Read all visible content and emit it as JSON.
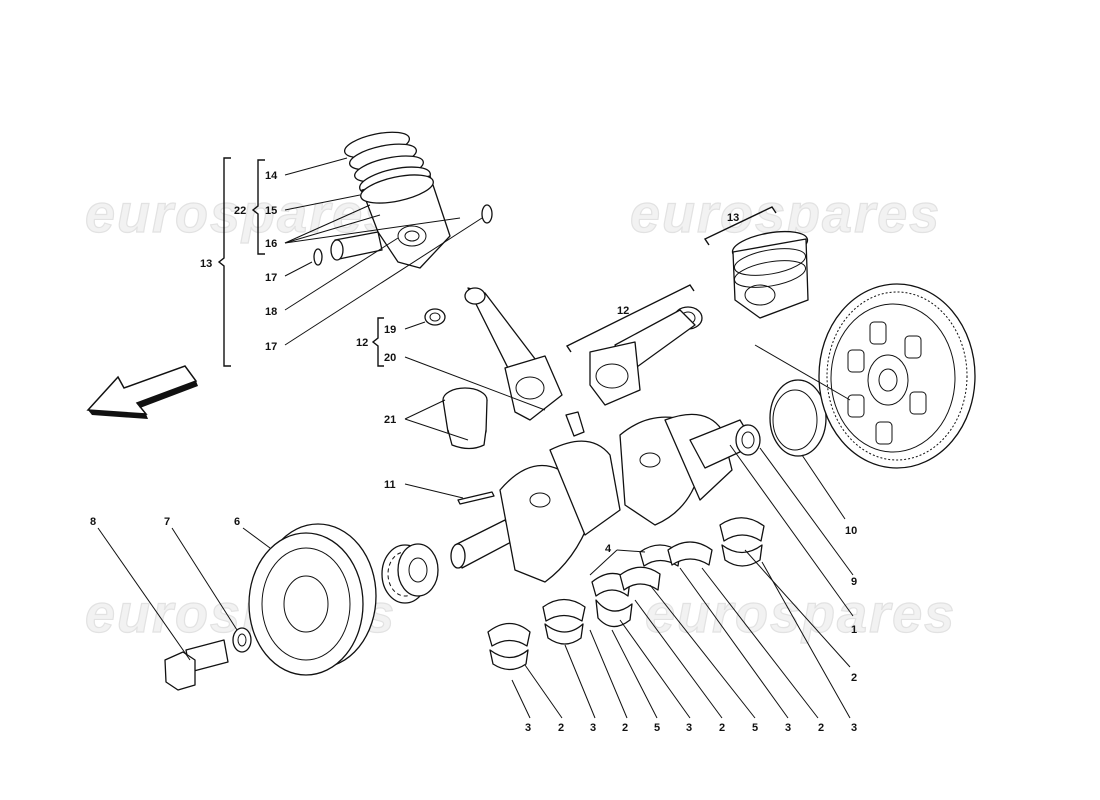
{
  "watermark": {
    "text": "eurospares",
    "color": "#e8e8e8"
  },
  "labels": {
    "b13": "13",
    "b22": "22",
    "l14": "14",
    "l15": "15",
    "l16": "16",
    "l17a": "17",
    "l18": "18",
    "l17b": "17",
    "b12a": "12",
    "l19": "19",
    "l20": "20",
    "l21": "21",
    "l13b": "13",
    "l12b": "12",
    "l11": "11",
    "l8": "8",
    "l7": "7",
    "l6": "6",
    "l4": "4",
    "l10": "10",
    "l9": "9",
    "l1": "1",
    "l2r": "2",
    "l3r": "3",
    "bottom": [
      "3",
      "2",
      "3",
      "2",
      "5",
      "3",
      "2",
      "5",
      "3",
      "2",
      "3"
    ]
  },
  "icons": {
    "direction": "front-direction-arrow-icon"
  }
}
